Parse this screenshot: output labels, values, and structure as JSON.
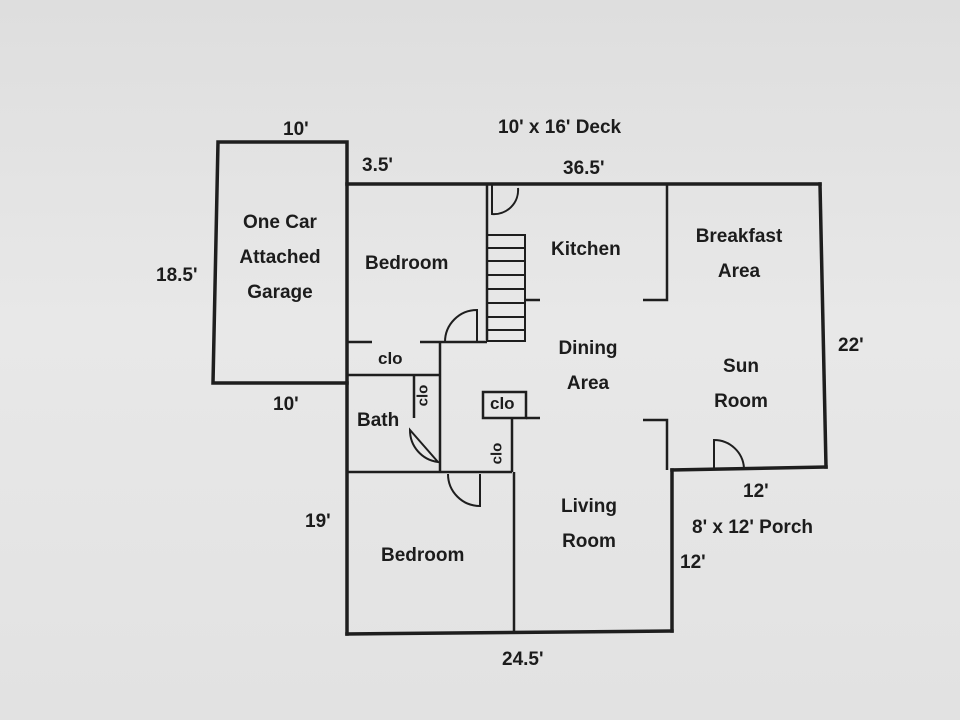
{
  "dimensions": {
    "garage_top": "10'",
    "garage_bottom": "10'",
    "garage_side": "18.5'",
    "offset_top": "3.5'",
    "house_top": "36.5'",
    "house_right": "22'",
    "sunroom_bottom": "12'",
    "house_left": "19'",
    "living_right": "12'",
    "house_bottom": "24.5'"
  },
  "labels": {
    "deck": "10' x 16' Deck",
    "porch": "8' x 12' Porch"
  },
  "rooms": {
    "garage": [
      "One Car",
      "Attached",
      "Garage"
    ],
    "bedroom_top": "Bedroom",
    "kitchen": "Kitchen",
    "breakfast": [
      "Breakfast",
      "Area"
    ],
    "dining": [
      "Dining",
      "Area"
    ],
    "sunroom": [
      "Sun",
      "Room"
    ],
    "closet_main": "clo",
    "closet_bath": "clo",
    "closet_hall": "clo",
    "closet_lower": "clo",
    "bath": "Bath",
    "bedroom_bottom": "Bedroom",
    "living": [
      "Living",
      "Room"
    ]
  }
}
